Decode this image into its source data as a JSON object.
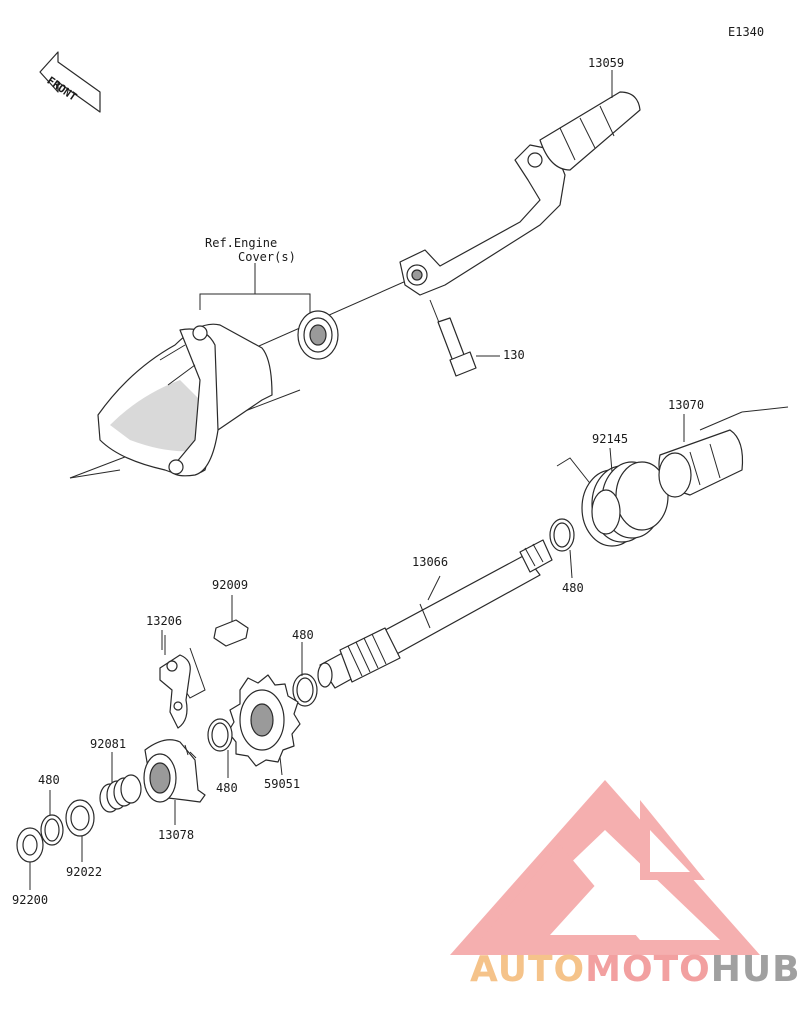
{
  "diagram_code": "E1340",
  "front_label": "FRONT",
  "ref_label_line1": "Ref.Engine",
  "ref_label_line2": "Cover(s)",
  "parts": {
    "p13059": "13059",
    "p130": "130",
    "p13070": "13070",
    "p92145": "92145",
    "p13066": "13066",
    "p480_shaft": "480",
    "p92009": "92009",
    "p13206": "13206",
    "p480_gear": "480",
    "p92081": "92081",
    "p480_left": "480",
    "p480_mid": "480",
    "p59051": "59051",
    "p13078": "13078",
    "p92022": "92022",
    "p92200": "92200"
  },
  "watermark": {
    "part1": "AUTO",
    "part2": "MOTO",
    "part3": "HUB",
    "colors": {
      "auto": "#f5c38a",
      "moto": "#f2a0a0",
      "hub": "#a0a0a0",
      "triangle": "#f4a7a7"
    }
  }
}
